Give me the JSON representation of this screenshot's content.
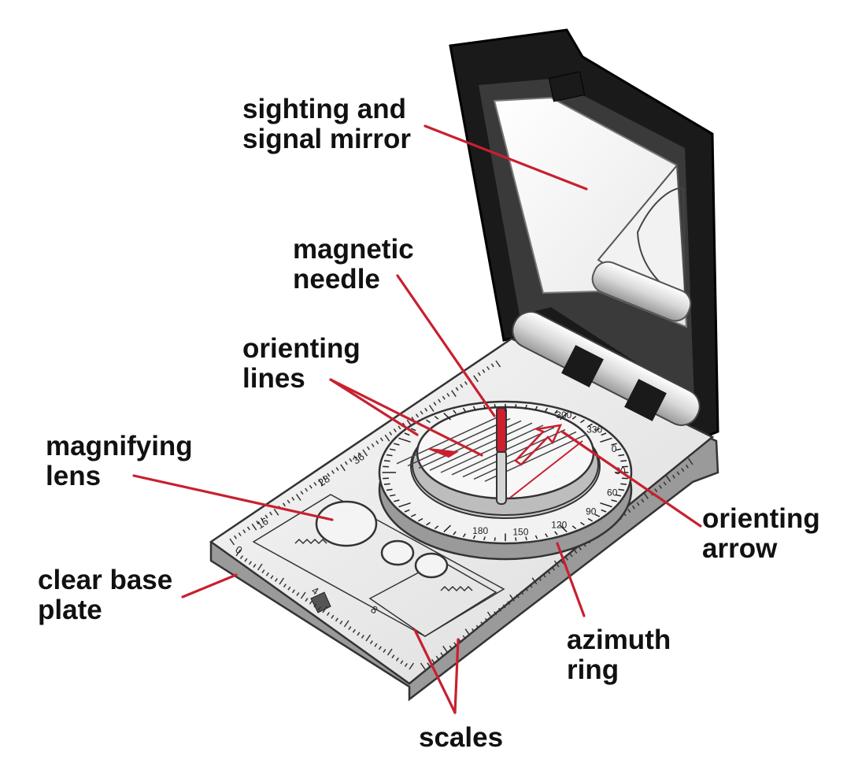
{
  "colors": {
    "leader_line": "#c8202f",
    "label_text": "#111111",
    "mirror_frame": "#1a1a1a",
    "base_plate": "#eeeeee",
    "needle_north": "#d01e2e"
  },
  "labels": {
    "mirror": {
      "line1": "sighting and",
      "line2": "signal mirror"
    },
    "needle": {
      "line1": "magnetic",
      "line2": "needle"
    },
    "orienting_lines": {
      "line1": "orienting",
      "line2": "lines"
    },
    "lens": {
      "line1": "magnifying",
      "line2": "lens"
    },
    "base_plate": {
      "line1": "clear base",
      "line2": "plate"
    },
    "orienting_arrow": {
      "line1": "orienting",
      "line2": "arrow"
    },
    "azimuth": {
      "line1": "azimuth",
      "line2": "ring"
    },
    "scales": {
      "line1": "scales"
    }
  },
  "dial_numbers": [
    "300",
    "330",
    "0",
    "30",
    "60",
    "90",
    "120",
    "150",
    "180"
  ],
  "scale_numbers": [
    "16",
    "28",
    "36",
    "8",
    "4",
    "0"
  ]
}
